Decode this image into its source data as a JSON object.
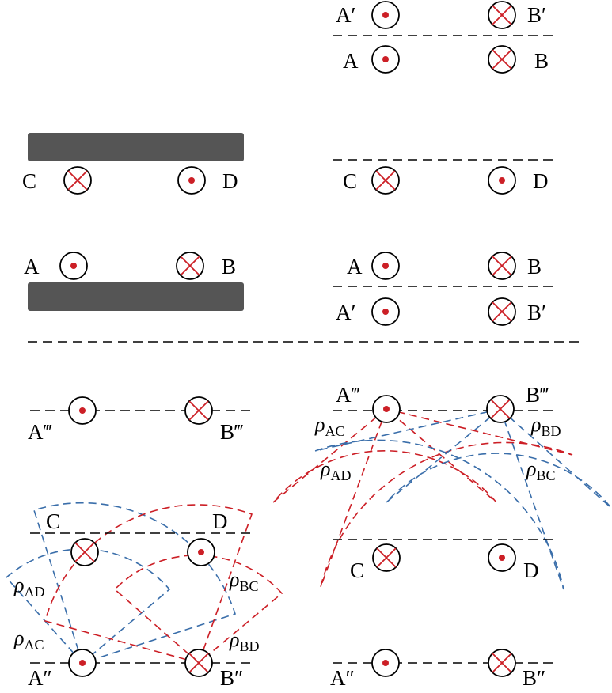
{
  "colors": {
    "plate": "#555555",
    "current": "#cc1f26",
    "blue": "#3a6eaa",
    "red": "#cc1f26",
    "line": "#000000"
  },
  "labels": {
    "A": "A",
    "B": "B",
    "C": "C",
    "D": "D",
    "A_prime": "A′",
    "B_prime": "B′",
    "A_dprime": "A″",
    "B_dprime": "B″",
    "A_tprime": "A‴",
    "B_tprime": "B‴"
  },
  "rho": {
    "symbol": "ρ",
    "AC": "AC",
    "AD": "AD",
    "BC": "BC",
    "BD": "BD"
  }
}
